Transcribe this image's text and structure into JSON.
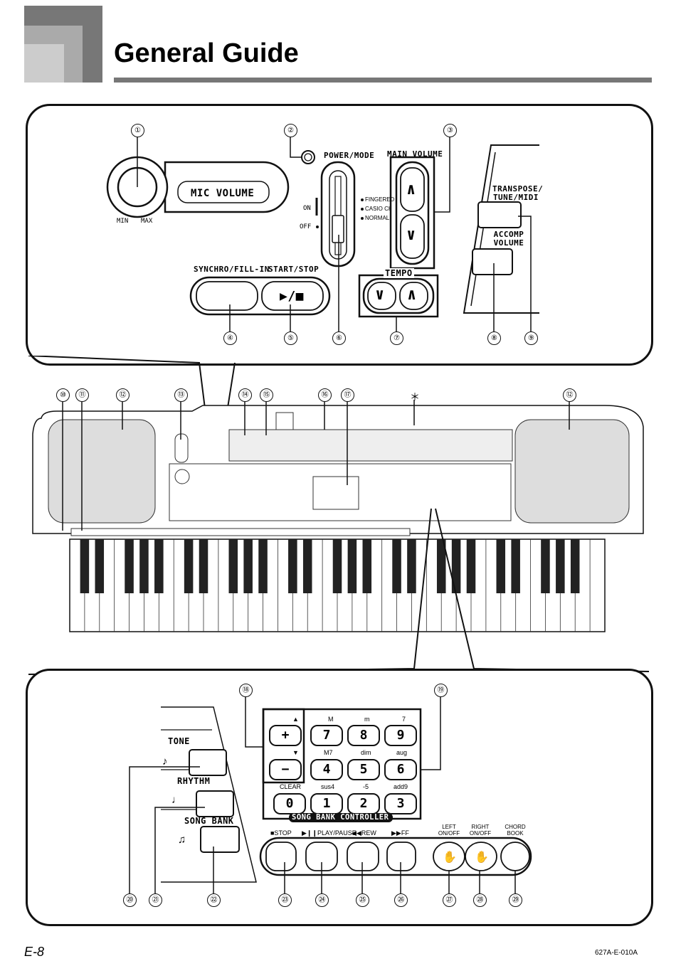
{
  "page": {
    "title": "General Guide",
    "page_number": "E-8",
    "doc_code": "627A-E-010A"
  },
  "callouts": [
    "①",
    "②",
    "③",
    "④",
    "⑤",
    "⑥",
    "⑦",
    "⑧",
    "⑨",
    "⑩",
    "⑪",
    "⑫",
    "⑬",
    "⑭",
    "⑮",
    "⑯",
    "⑰",
    "＊",
    "⑫",
    "⑱",
    "⑲",
    "⑳",
    "㉑",
    "㉒",
    "㉓",
    "㉔",
    "㉕",
    "㉖",
    "㉗",
    "㉘",
    "㉙"
  ],
  "top_panel": {
    "mic_volume": "MIC VOLUME",
    "min": "MIN",
    "max": "MAX",
    "power_mode": "POWER/MODE",
    "on": "ON",
    "off": "OFF",
    "modes": [
      "FINGERED",
      "CASIO CHORD",
      "NORMAL"
    ],
    "main_volume": "MAIN VOLUME",
    "tempo": "TEMPO",
    "synchro": "SYNCHRO/FILL-IN",
    "start_stop": "START/STOP",
    "start_stop_symbol": "▶/■",
    "transpose": "TRANSPOSE/ TUNE/MIDI",
    "accomp_volume": "ACCOMP VOLUME",
    "up_symbol": "∧",
    "down_symbol": "∨"
  },
  "bottom_panel": {
    "tone": "TONE",
    "rhythm": "RHYTHM",
    "song_bank": "SONG BANK",
    "row1_labels": [
      "▲",
      "M",
      "m",
      "7"
    ],
    "row1_keys": [
      "+",
      "7",
      "8",
      "9"
    ],
    "row2_labels": [
      "▼",
      "M7",
      "dim",
      "aug"
    ],
    "row2_keys": [
      "−",
      "4",
      "5",
      "6"
    ],
    "row3_labels": [
      "CLEAR",
      "sus4",
      "-5",
      "add9"
    ],
    "row3_keys": [
      "0",
      "1",
      "2",
      "3"
    ],
    "controller": "SONG BANK CONTROLLER",
    "stop": "■STOP",
    "play": "▶❙❙PLAY/PAUSE",
    "rew": "◀◀REW",
    "ff": "▶▶FF",
    "left": "LEFT ON/OFF",
    "right": "RIGHT ON/OFF",
    "chord_book": "CHORD BOOK"
  }
}
